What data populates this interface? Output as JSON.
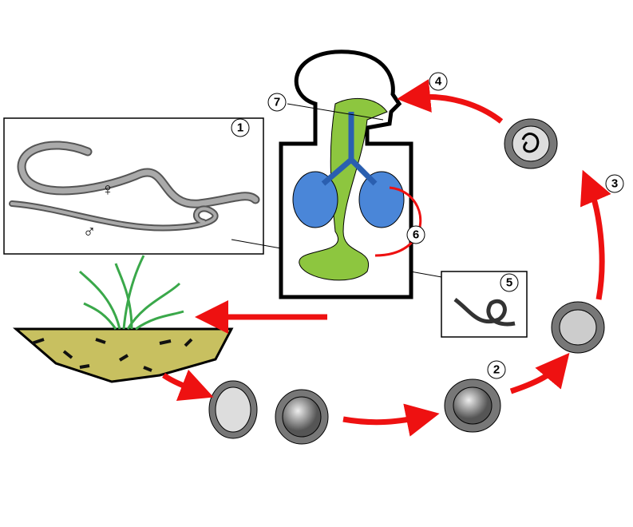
{
  "labels": {
    "s1": "1",
    "s2": "2",
    "s3": "3",
    "s4": "4",
    "s5": "5",
    "s6": "6",
    "s7": "7"
  },
  "symbols": {
    "female": "♀",
    "male": "♂"
  },
  "colors": {
    "arrow": "#ee1111",
    "gut": "#8dc63f",
    "lungs": "#4a86d8",
    "soil": "#c8c060",
    "grass": "#3aa84a"
  }
}
